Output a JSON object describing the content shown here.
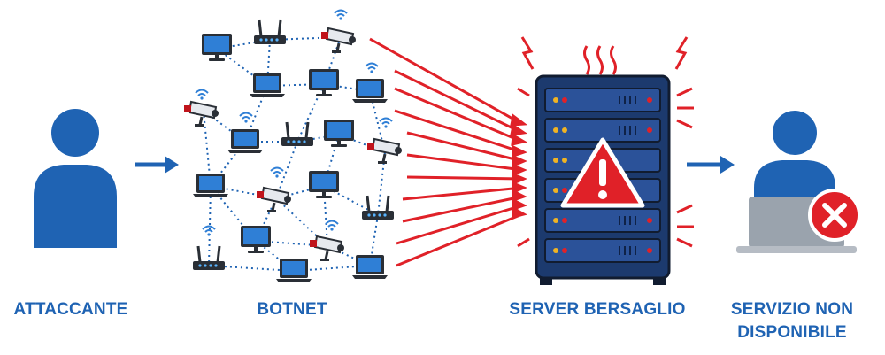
{
  "labels": {
    "attacker": "ATTACCANTE",
    "botnet": "BOTNET",
    "server": "SERVER BERSAGLIO",
    "service_line1": "SERVIZIO NON",
    "service_line2": "DISPONIBILE"
  },
  "colors": {
    "blue": "#1f63b3",
    "navy": "#1c3a6e",
    "red": "#e02128",
    "grey": "#9aa3ad",
    "dark": "#2a2f36"
  },
  "icons": {
    "attacker": "person-icon",
    "botnet_devices": [
      "laptop-icon",
      "monitor-icon",
      "router-icon",
      "camera-icon",
      "wifi-icon"
    ],
    "server": "server-rack-icon",
    "warning": "warning-triangle-icon",
    "error": "x-circle-icon",
    "arrow": "arrow-right-icon"
  }
}
